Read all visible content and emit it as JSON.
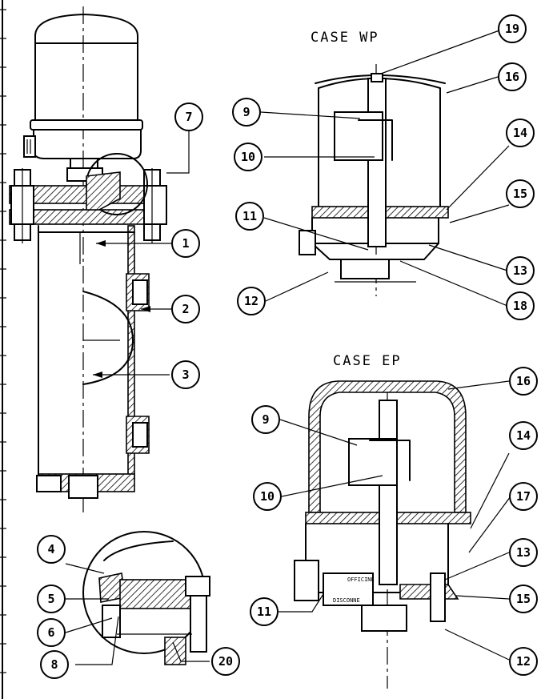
{
  "titles": {
    "wp": "CASE WP",
    "ep": "CASE EP"
  },
  "plate": {
    "line1": "OFFICINE",
    "line2": "DISCONNE"
  },
  "callouts": {
    "c1": "1",
    "c2": "2",
    "c3": "3",
    "c4": "4",
    "c5": "5",
    "c6": "6",
    "c7": "7",
    "c8": "8",
    "c20": "20",
    "wp9": "9",
    "wp10": "10",
    "wp11": "11",
    "wp12": "12",
    "wp13": "13",
    "wp14": "14",
    "wp15": "15",
    "wp16": "16",
    "wp18": "18",
    "wp19": "19",
    "ep9": "9",
    "ep10": "10",
    "ep11": "11",
    "ep12": "12",
    "ep13": "13",
    "ep14": "14",
    "ep15": "15",
    "ep16": "16",
    "ep17": "17"
  }
}
